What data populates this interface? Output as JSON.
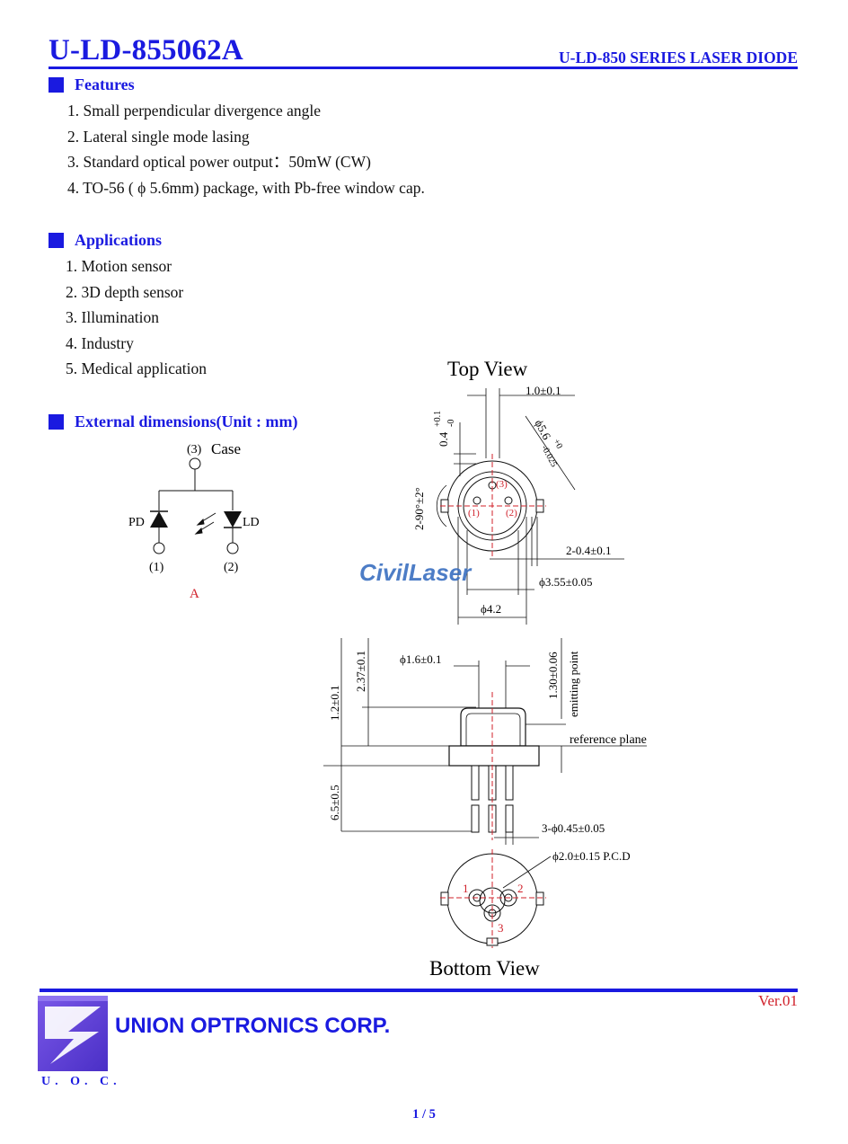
{
  "header": {
    "title": "U-LD-855062A",
    "series": "U-LD-850 SERIES LASER DIODE"
  },
  "features": {
    "heading": "Features",
    "items": [
      "1. Small perpendicular divergence angle",
      "2. Lateral single mode lasing",
      "3. Standard optical power output：50mW (CW)",
      "4. TO-56 ( ϕ 5.6mm) package, with Pb-free window cap."
    ]
  },
  "applications": {
    "heading": "Applications",
    "items": [
      "1. Motion sensor",
      "2. 3D depth sensor",
      "3. Illumination",
      "4. Industry",
      "5. Medical application"
    ]
  },
  "dimensions": {
    "heading": "External dimensions(Unit : mm)"
  },
  "circuit": {
    "case_num": "(3)",
    "case_label": "Case",
    "pd_label": "PD",
    "ld_label": "LD",
    "pin1": "(1)",
    "pin2": "(2)",
    "type": "A"
  },
  "drawing": {
    "top_view": "Top View",
    "bottom_view": "Bottom View",
    "d_width": "1.0±0.1",
    "d_top_base": "0.4",
    "d_top_plus": "+0.1",
    "d_top_minus": "-0",
    "d_dia_base": "ϕ5.6",
    "d_dia_plus": "+0",
    "d_dia_minus": "-0.025",
    "d_angle": "2-90°±2°",
    "d_notch": "2-0.4±0.1",
    "d_355": "ϕ3.55±0.05",
    "d_42": "ϕ4.2",
    "d_16": "ϕ1.6±0.1",
    "d_237": "2.37±0.1",
    "d_12": "1.2±0.1",
    "d_130": "1.30±0.06",
    "emitting": "emitting point",
    "reference": "reference plane",
    "d_65": "6.5±0.5",
    "d_pins": "3-ϕ0.45±0.05",
    "d_pcd": "ϕ2.0±0.15 P.C.D",
    "pin_labels": [
      "(3)",
      "(1)",
      "(2)"
    ],
    "bottom_pins": [
      "1",
      "2",
      "3"
    ],
    "watermark": "CivilLaser"
  },
  "footer": {
    "version": "Ver.01",
    "company": "UNION OPTRONICS CORP.",
    "abbrev": "U. O. C.",
    "page": "1 / 5"
  },
  "colors": {
    "accent": "#1a1ae0",
    "red": "#d0202a",
    "watermark": "#3a6fc0"
  }
}
